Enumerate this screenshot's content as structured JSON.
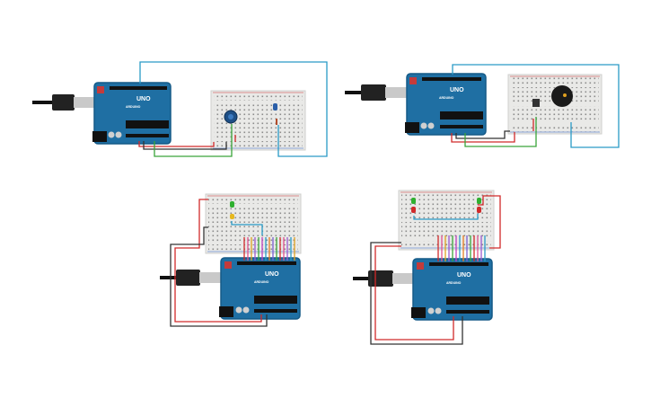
{
  "canvas": {
    "background": "#ffffff"
  },
  "board": {
    "logo_text": "UNO",
    "brand_text": "ARDUINO",
    "color": "#1f6fa3",
    "dark_color": "#155a87"
  },
  "breadboard": {
    "color": "#e9e9e7"
  },
  "wire_colors": {
    "blue": "#2a9bc7",
    "red": "#d12a2a",
    "green": "#3aa53a",
    "black": "#333333"
  },
  "circuits": [
    {
      "id": "circuit-potentiometer",
      "parts": [
        "arduino-uno",
        "breadboard",
        "potentiometer",
        "led"
      ]
    },
    {
      "id": "circuit-buzzer",
      "parts": [
        "arduino-uno",
        "breadboard",
        "sensor",
        "piezo-buzzer"
      ]
    },
    {
      "id": "circuit-traffic-light-1",
      "parts": [
        "arduino-uno",
        "breadboard",
        "green-led",
        "yellow-led"
      ]
    },
    {
      "id": "circuit-traffic-light-2",
      "parts": [
        "arduino-uno",
        "breadboard",
        "green-led",
        "red-led"
      ]
    }
  ]
}
